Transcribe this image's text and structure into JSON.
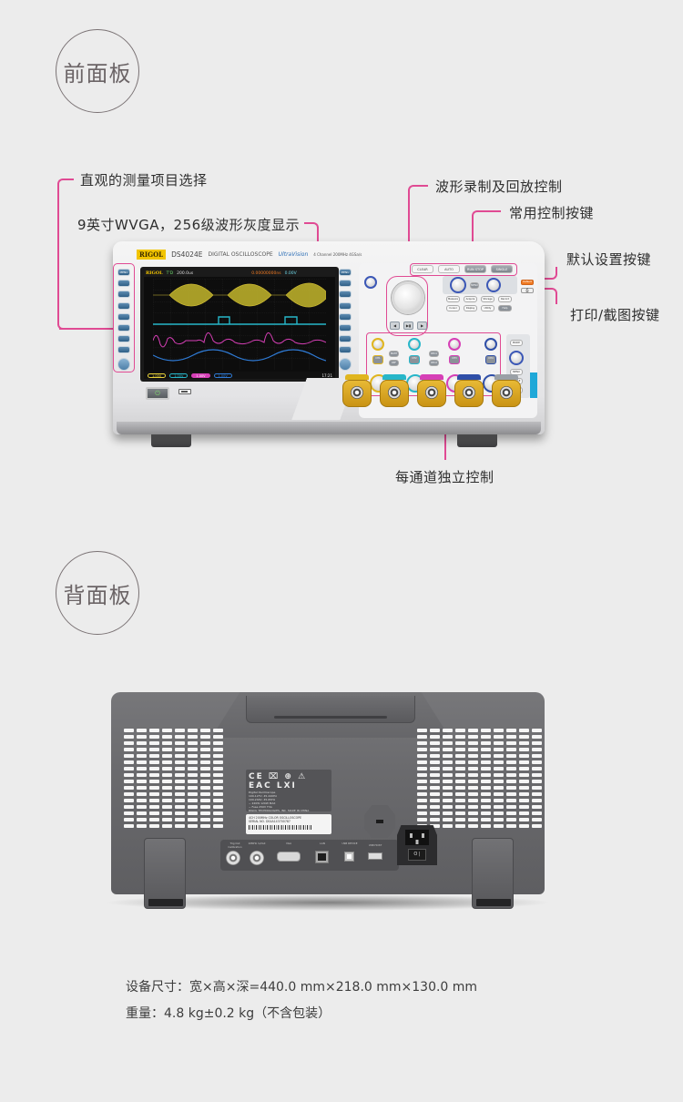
{
  "sections": {
    "front": {
      "title": "前面板"
    },
    "rear": {
      "title": "背面板"
    }
  },
  "front_annotations": {
    "measure_select": "直观的测量项目选择",
    "display": "9英寸WVGA，256级波形灰度显示",
    "record_playback": "波形录制及回放控制",
    "common_keys": "常用控制按键",
    "default_key": "默认设置按键",
    "print_key": "打印/截图按键",
    "channel_control": "每通道独立控制"
  },
  "front_device": {
    "brand": "RIGOL",
    "model": "DS4024E",
    "type": "DIGITAL OSCILLOSCOPE",
    "series_logo": "UltraVision",
    "spec_small": "4 Channel 200MHz 4GSa/s",
    "screen": {
      "logo": "RIGOL",
      "status": "T'D",
      "timebase": "200.0us",
      "trigger_info": "0.00000000ns",
      "trigger_level": "0.00V",
      "channels": [
        {
          "name": "1",
          "scale": "1.00V",
          "color": "#e8d23a"
        },
        {
          "name": "2",
          "scale": "1.00V",
          "color": "#27b6c9"
        },
        {
          "name": "3",
          "scale": "1.00V",
          "color": "#d63fb6"
        },
        {
          "name": "4",
          "scale": "1.00V",
          "color": "#2f7bd6"
        }
      ],
      "time": "17:21"
    },
    "softkey_menu_label": "MENU",
    "top_buttons": [
      "CLEAR",
      "AUTO",
      "RUN STOP",
      "SINGLE"
    ],
    "menu_buttons": [
      "Measure",
      "Acquire",
      "Storage",
      "Record",
      "Cursor",
      "Display",
      "Utility",
      "Help"
    ],
    "default_button": "Default",
    "print_button": "⎙",
    "play_buttons": [
      "◀",
      "▶▮",
      "▶"
    ],
    "power_symbol": "⏻",
    "bnc_labels": [
      "CH1",
      "CH2",
      "CH3",
      "CH4",
      "EXT TRIG"
    ],
    "bnc_colors": [
      "#e0b51e",
      "#27b6c9",
      "#d63fb6",
      "#2f4fa8",
      "#9aa0a6"
    ]
  },
  "rear_device": {
    "cert_icons": "CE ⌧ ⊕ ⚠ EAC LXI",
    "label_lines": [
      "Digital Oscilloscope",
      "100-127V, 45-440Hz",
      "100-240V, 45-65Hz",
      "~ 220W 120W MAX",
      "~ Fuse 250V T3A",
      "RIGOL TECHNOLOGIES, INC.    MADE IN CHINA"
    ],
    "serial_model": "4CH 200MHz COLOR OSCILLOSCOPE",
    "serial_label": "SERIAL NO.",
    "serial_number": "DS4A143700787",
    "io_labels": [
      "Trig Out Calibration",
      "10MHz In/Out",
      "VGA",
      "LAN",
      "USB DEVICE",
      "USB HOST"
    ],
    "power_switch_symbol": "O  |"
  },
  "specs": {
    "dimensions": "设备尺寸：宽×高×深=440.0 mm×218.0 mm×130.0 mm",
    "weight": "重量：4.8 kg±0.2 kg（不含包装）"
  }
}
